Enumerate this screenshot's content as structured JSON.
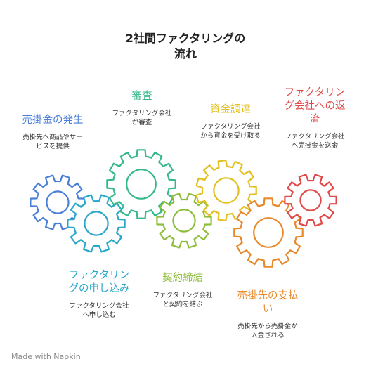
{
  "title": {
    "line1": "2社間ファクタリングの",
    "line2": "流れ"
  },
  "steps": [
    {
      "key": "sales",
      "title": "売掛金の発生",
      "desc1": "売掛先へ商品やサー",
      "desc2": "ビスを提供",
      "color": "#4a7fd8",
      "position": "top"
    },
    {
      "key": "apply",
      "title1": "ファクタリン",
      "title2": "グの申し込み",
      "desc1": "ファクタリング会社",
      "desc2": "へ申し込む",
      "color": "#2aa8c9",
      "position": "bottom"
    },
    {
      "key": "review",
      "title": "審査",
      "desc1": "ファクタリング会社",
      "desc2": "が審査",
      "color": "#36b98a",
      "position": "top"
    },
    {
      "key": "contract",
      "title": "契約締結",
      "desc1": "ファクタリング会社",
      "desc2": "と契約を結ぶ",
      "color": "#8dbd3a",
      "position": "bottom"
    },
    {
      "key": "funding",
      "title": "資金調達",
      "desc1": "ファクタリング会社",
      "desc2": "から資金を受け取る",
      "color": "#e2c020",
      "position": "top"
    },
    {
      "key": "payment",
      "title1": "売掛先の支払",
      "title2": "い",
      "desc1": "売掛先から売掛金が",
      "desc2": "入金される",
      "color": "#e88a2c",
      "position": "bottom"
    },
    {
      "key": "repay",
      "title1": "ファクタリン",
      "title2": "グ会社への返",
      "title3": "済",
      "desc1": "ファクタリング会社",
      "desc2": "へ売掛金を送金",
      "color": "#e04a4a",
      "position": "top"
    }
  ],
  "watermark": "Made with  Napkin"
}
